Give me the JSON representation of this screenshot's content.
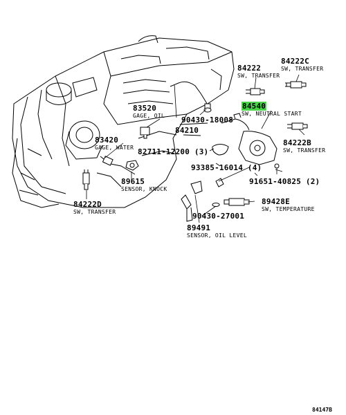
{
  "parts": [
    {
      "id": "p84222c",
      "number": "84222C",
      "desc": "SW, TRANSFER"
    },
    {
      "id": "p84222",
      "number": "84222",
      "desc": "SW, TRANSFER"
    },
    {
      "id": "p84540",
      "number": "84540",
      "desc": "SW, NEUTRAL START",
      "highlight": true
    },
    {
      "id": "p83520",
      "number": "83520",
      "desc": "GAGE, OIL"
    },
    {
      "id": "p90430a",
      "number": "90430-18008",
      "desc": ""
    },
    {
      "id": "p84210",
      "number": "84210",
      "desc": ""
    },
    {
      "id": "p83420",
      "number": "83420",
      "desc": "GAGE, WATER"
    },
    {
      "id": "p82711",
      "number": "82711-12200 (3)",
      "desc": ""
    },
    {
      "id": "p84222b",
      "number": "84222B",
      "desc": "SW, TRANSFER"
    },
    {
      "id": "p93385",
      "number": "93385-16014 (4)",
      "desc": ""
    },
    {
      "id": "p89615",
      "number": "89615",
      "desc": "SENSOR, KNOCK"
    },
    {
      "id": "p91651",
      "number": "91651-40825 (2)",
      "desc": ""
    },
    {
      "id": "p89428e",
      "number": "89428E",
      "desc": "SW, TEMPERATURE"
    },
    {
      "id": "p84222d",
      "number": "84222D",
      "desc": "SW, TRANSFER"
    },
    {
      "id": "p90430b",
      "number": "90430-27001",
      "desc": ""
    },
    {
      "id": "p89491",
      "number": "89491",
      "desc": "SENSOR, OIL LEVEL"
    }
  ],
  "highlight_color": "#4cd34c",
  "diagram_ref": "84147B"
}
